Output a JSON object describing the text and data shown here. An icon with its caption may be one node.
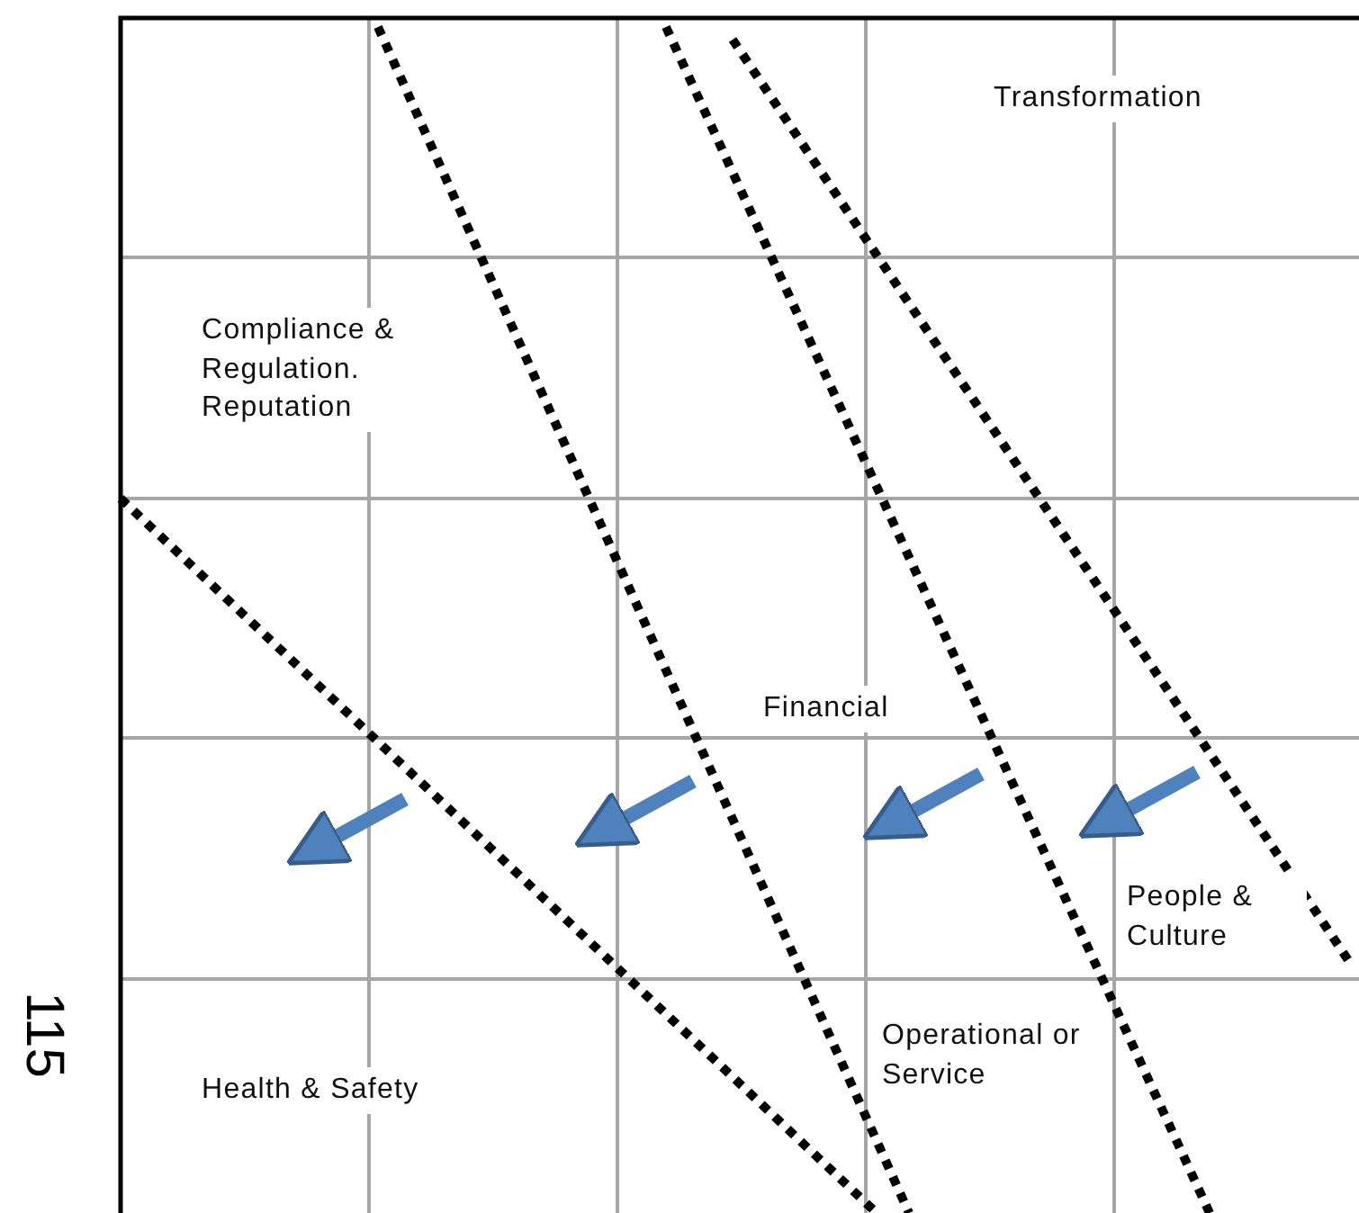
{
  "diagram": {
    "labels": [
      "Transformation",
      "Compliance & Regulation. Reputation",
      "Financial",
      "People & Culture",
      "115",
      "Operational or Service",
      "Health & Safety"
    ]
  }
}
